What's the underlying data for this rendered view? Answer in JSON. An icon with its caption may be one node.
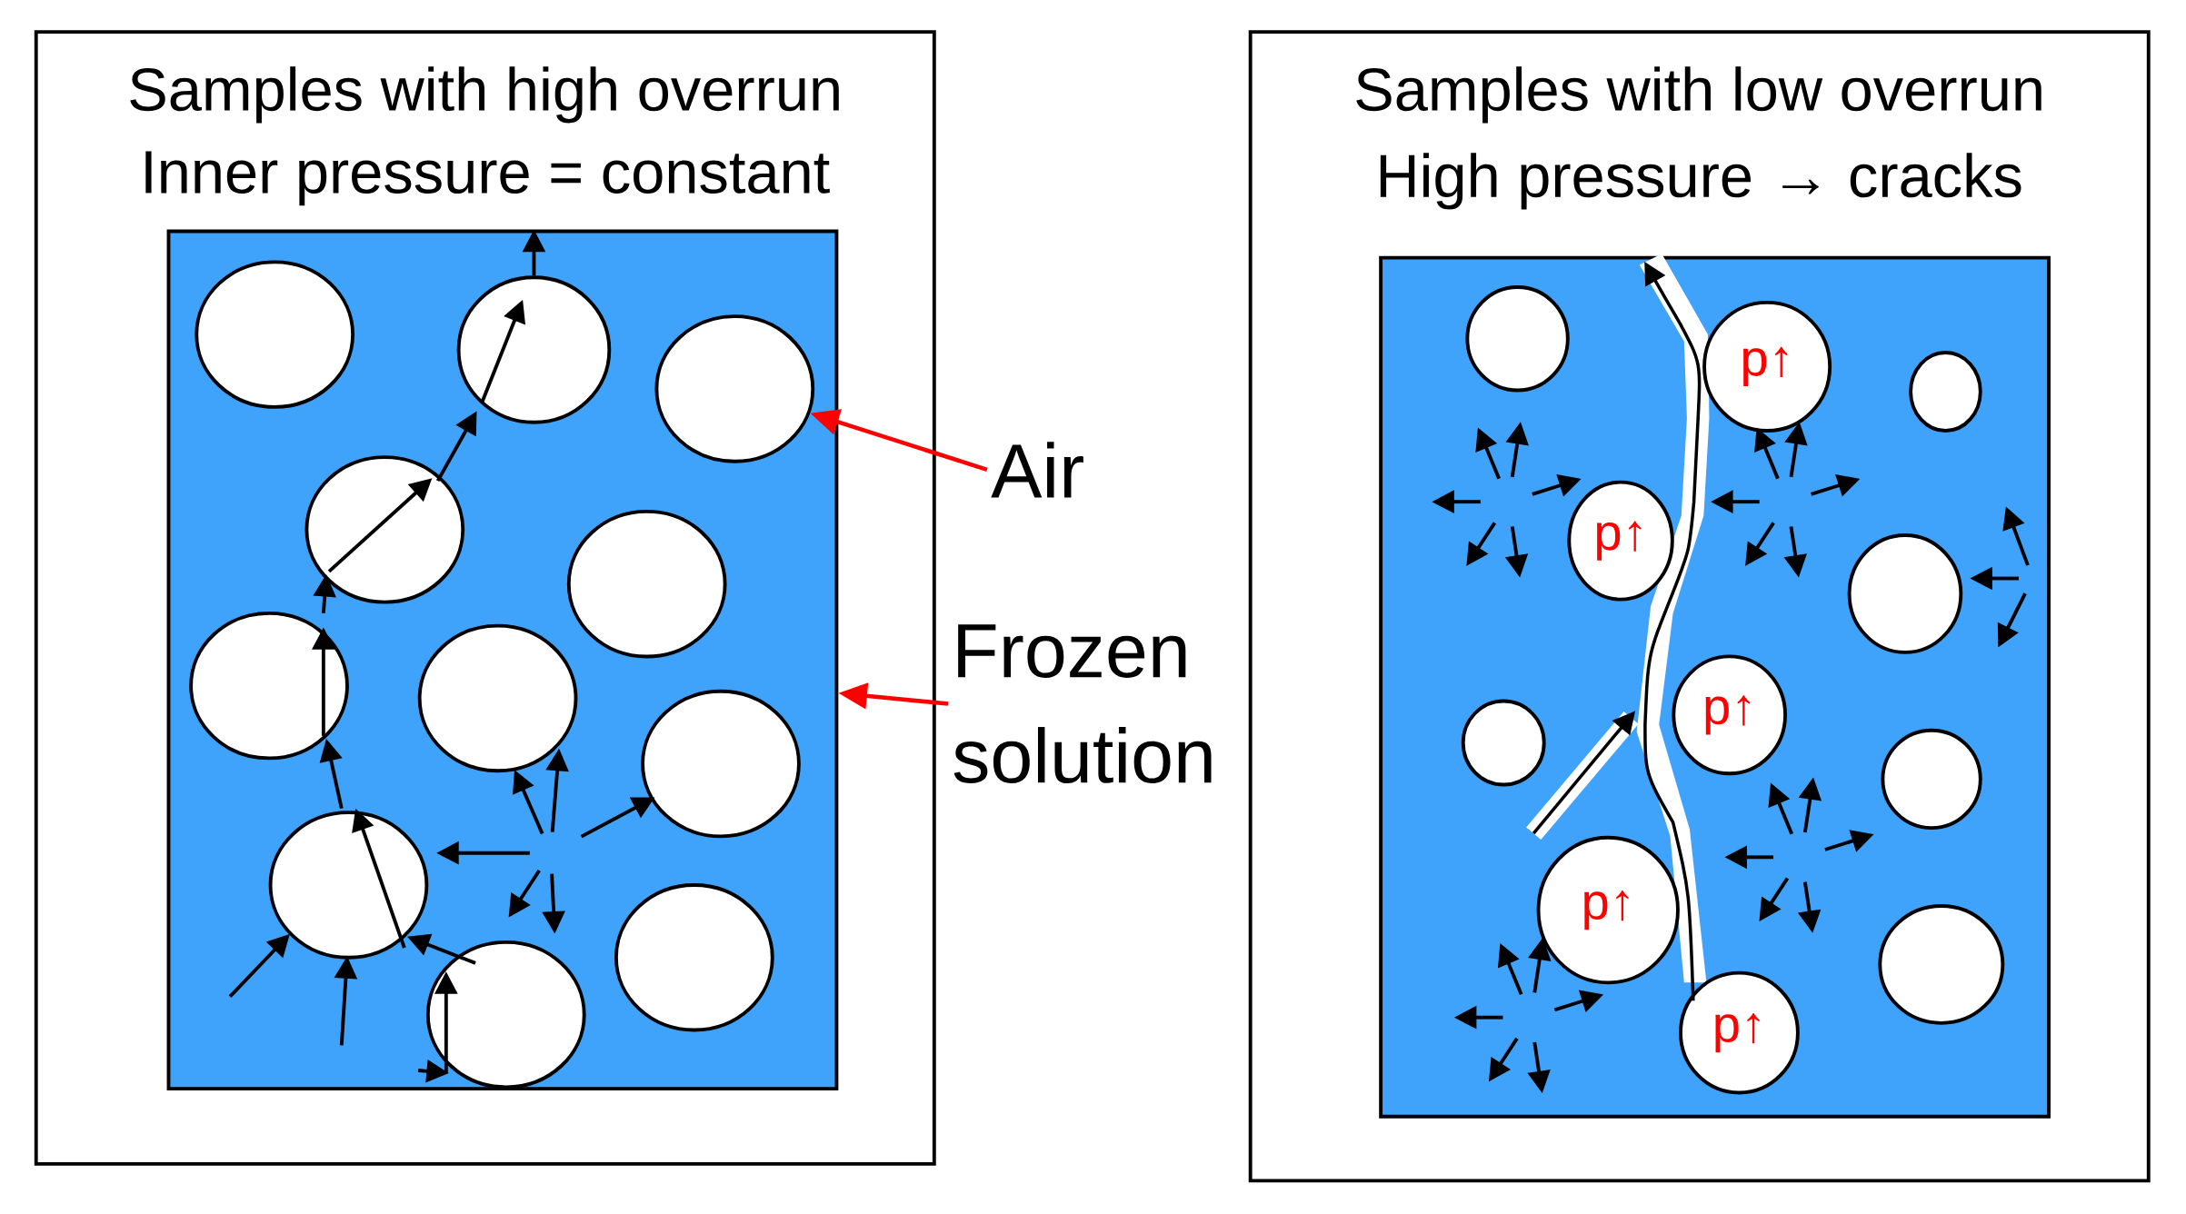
{
  "diagram": {
    "nodes": [
      {
        "text": [
          "Samples with high overrun",
          "Inner pressure = constant"
        ]
      },
      {
        "text": [],
        "shape": "box",
        "in": 0
      },
      {
        "text": [],
        "shape": "circle",
        "in": 1
      },
      {
        "text": [],
        "shape": "circle",
        "in": 1
      },
      {
        "text": [],
        "shape": "circle",
        "in": 1
      },
      {
        "text": [],
        "shape": "circle",
        "in": 1
      },
      {
        "text": [],
        "shape": "circle",
        "in": 1
      },
      {
        "text": [],
        "shape": "circle",
        "in": 1
      },
      {
        "text": [],
        "shape": "circle",
        "in": 1
      },
      {
        "text": [],
        "shape": "circle",
        "in": 1
      },
      {
        "text": [],
        "shape": "circle",
        "in": 1
      },
      {
        "text": [],
        "shape": "circle",
        "in": 1
      },
      {
        "text": [],
        "shape": "circle",
        "in": 1
      },
      {
        "text": [
          "Air"
        ]
      },
      {
        "text": [
          "Frozen solution"
        ]
      },
      {
        "text": [
          "Samples with low overrun",
          "High pressure → cracks"
        ]
      },
      {
        "text": [],
        "shape": "box",
        "in": 15
      },
      {
        "text": [],
        "shape": "circle",
        "in": 16
      },
      {
        "text": [
          "p↑"
        ],
        "in": 16
      },
      {
        "text": [],
        "shape": "circle",
        "in": 16
      },
      {
        "text": [
          "p↑"
        ],
        "in": 16
      },
      {
        "text": [],
        "shape": "circle",
        "in": 16
      },
      {
        "text": [
          "p↑"
        ],
        "in": 16
      },
      {
        "text": [],
        "shape": "circle",
        "in": 16
      },
      {
        "text": [],
        "shape": "circle",
        "in": 16
      },
      {
        "text": [
          "p↑"
        ],
        "in": 16
      },
      {
        "text": [],
        "shape": "circle",
        "in": 16
      },
      {
        "text": [
          "p↑"
        ],
        "in": 16
      }
    ],
    "edges": [
      {
        "from": 13,
        "to": 4,
        "arrow": "to",
        "color": "#ff0000"
      },
      {
        "from": 14,
        "to": 1,
        "arrow": "to",
        "color": "#ff0000"
      },
      {
        "from": 12,
        "to": 10,
        "arrow": "to"
      },
      {
        "from": 10,
        "to": 7,
        "arrow": "to"
      },
      {
        "from": 5,
        "to": 3,
        "arrow": "to"
      },
      {
        "from": 3,
        "to": 1,
        "arrow": "to"
      },
      {
        "from": 27,
        "to": 16,
        "arrow": "to"
      }
    ]
  }
}
